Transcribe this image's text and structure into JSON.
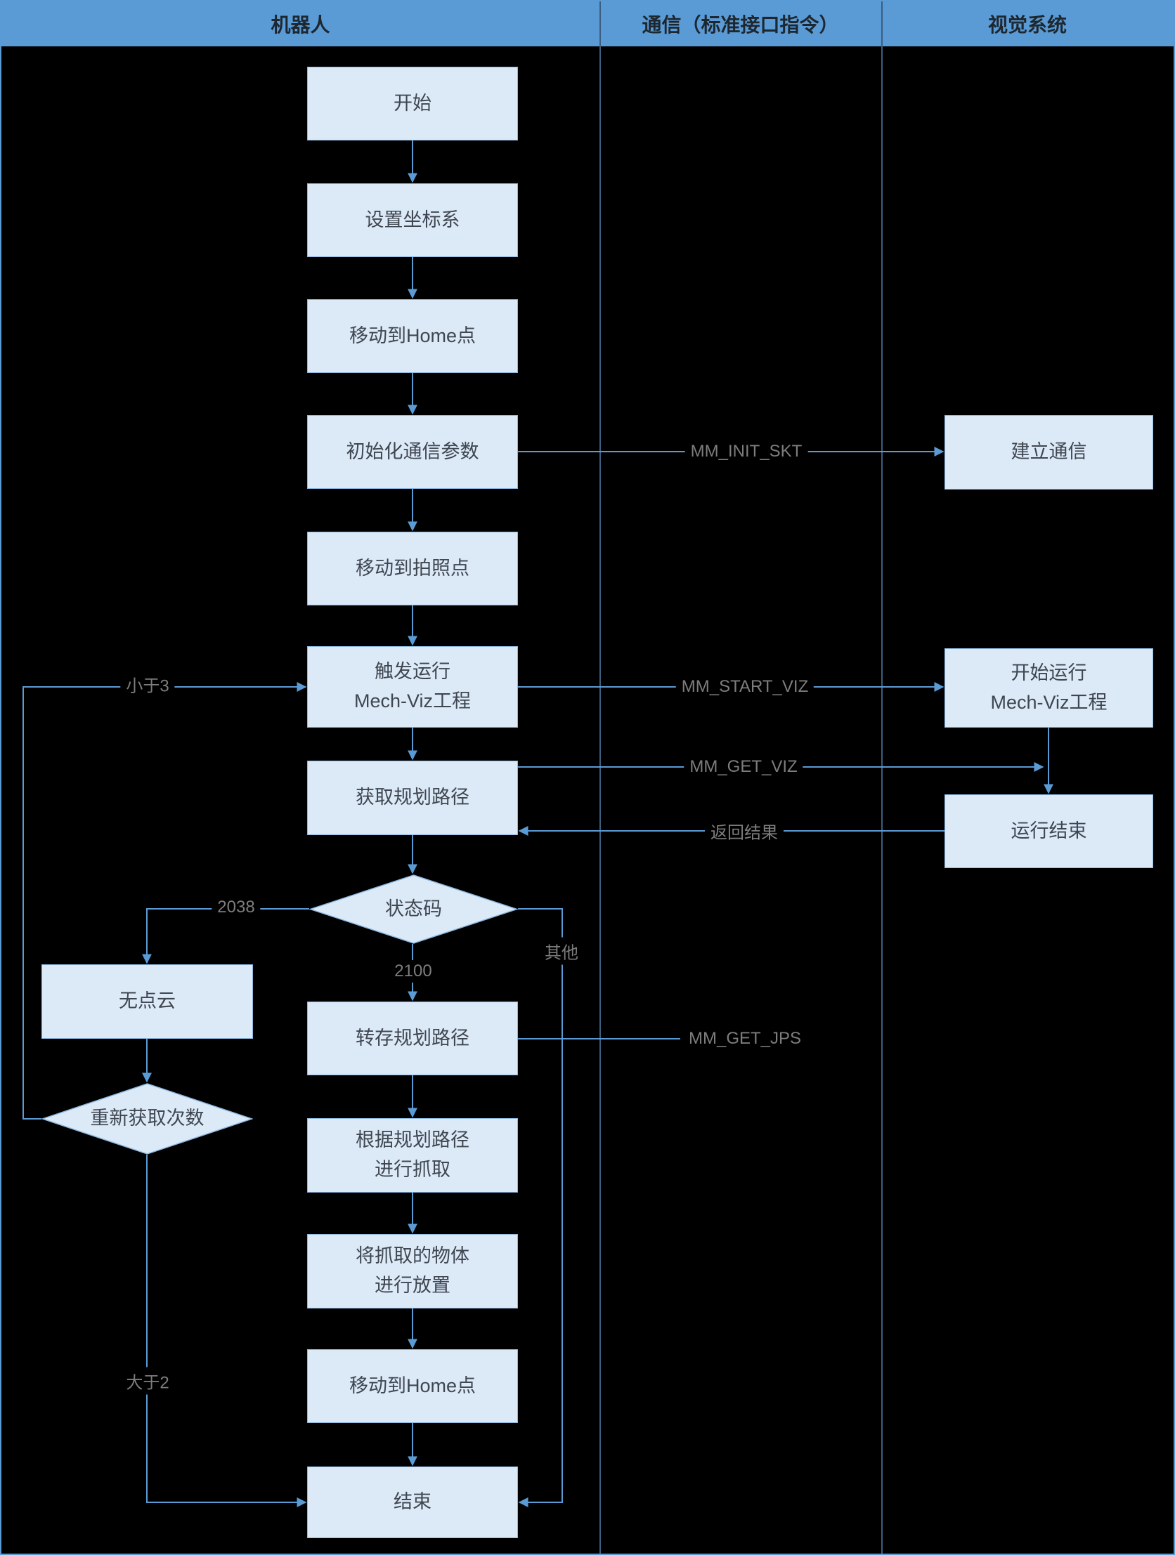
{
  "lanes": [
    {
      "title": "机器人"
    },
    {
      "title": "通信（标准接口指令）"
    },
    {
      "title": "视觉系统"
    }
  ],
  "nodes": {
    "start": {
      "label": "开始"
    },
    "set_coords": {
      "label": "设置坐标系"
    },
    "move_home_1": {
      "label": "移动到Home点"
    },
    "init_comm": {
      "label": "初始化通信参数"
    },
    "move_photo": {
      "label": "移动到拍照点"
    },
    "trigger_viz": {
      "label": "触发运行\nMech-Viz工程"
    },
    "get_path": {
      "label": "获取规划路径"
    },
    "status_code": {
      "label": "状态码"
    },
    "no_cloud": {
      "label": "无点云"
    },
    "retry_count": {
      "label": "重新获取次数"
    },
    "save_path": {
      "label": "转存规划路径"
    },
    "grab": {
      "label": "根据规划路径\n进行抓取"
    },
    "place": {
      "label": "将抓取的物体\n进行放置"
    },
    "move_home_2": {
      "label": "移动到Home点"
    },
    "end": {
      "label": "结束"
    },
    "establish_comm": {
      "label": "建立通信"
    },
    "start_viz": {
      "label": "开始运行\nMech-Viz工程"
    },
    "run_end": {
      "label": "运行结束"
    }
  },
  "edge_labels": {
    "mm_init_skt": "MM_INIT_SKT",
    "mm_start_viz": "MM_START_VIZ",
    "mm_get_viz": "MM_GET_VIZ",
    "return_result": "返回结果",
    "mm_get_jps": "MM_GET_JPS",
    "code_2038": "2038",
    "code_2100": "2100",
    "other": "其他",
    "less_than_3": "小于3",
    "greater_than_2": "大于2"
  },
  "colors": {
    "header_bg": "#5B9BD5",
    "node_fill": "#DCEAF8",
    "node_border": "#8EB8E0",
    "line": "#5B9BD5",
    "label_text": "#7d7d7d",
    "canvas_bg": "#000000"
  }
}
